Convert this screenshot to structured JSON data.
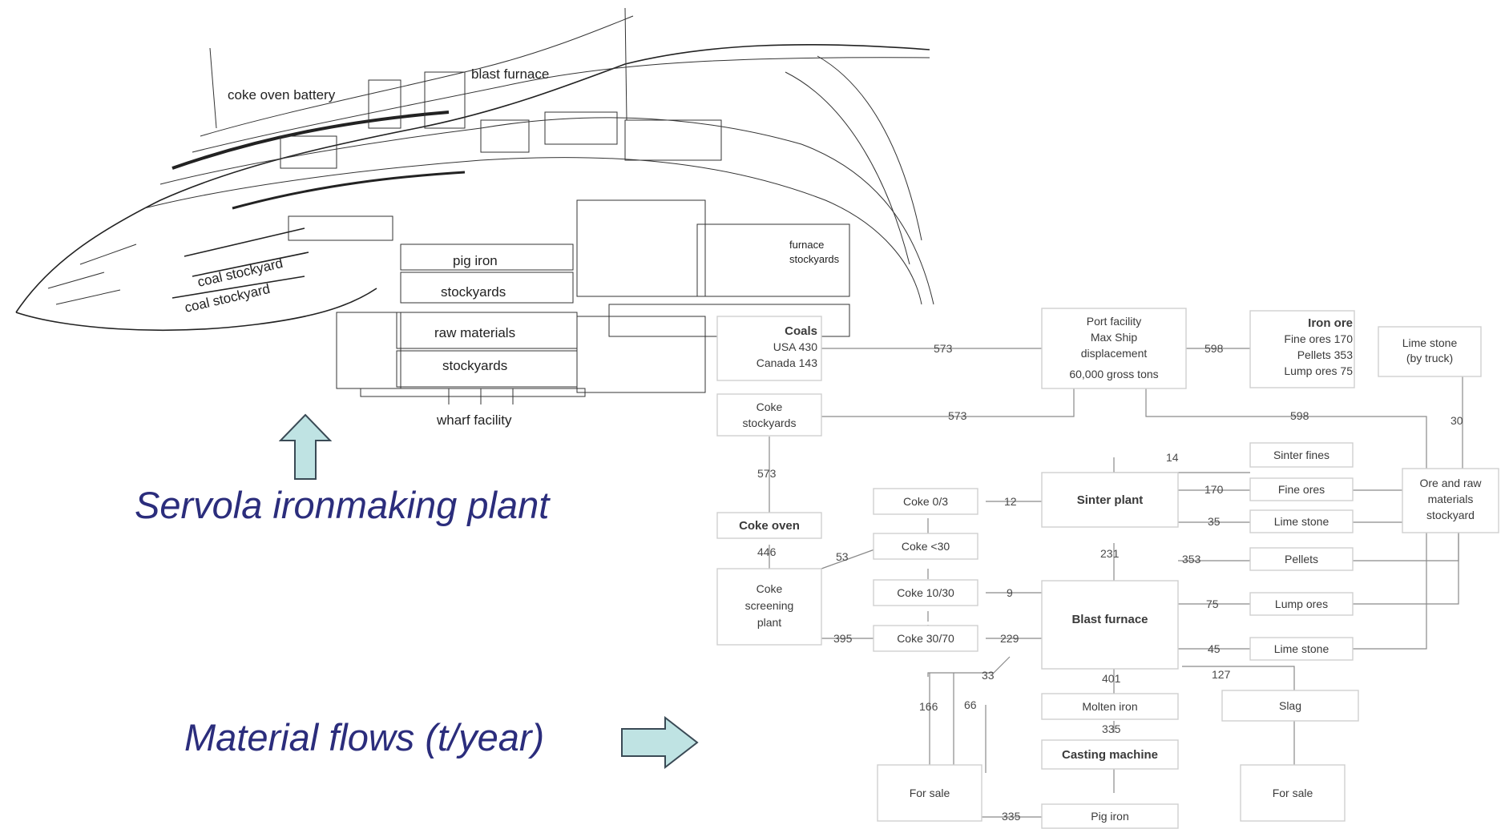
{
  "captions": {
    "plant": "Servola ironmaking plant",
    "flows": "Material flows (t/year)"
  },
  "plant_labels": {
    "coke_oven_battery": "coke oven battery",
    "blast_furnace": "blast furnace",
    "coal_stockyard_1": "coal stockyard",
    "coal_stockyard_2": "coal stockyard",
    "pig_iron": "pig iron",
    "stockyards": "stockyards",
    "raw_materials": "raw materials",
    "raw_stockyards": "stockyards",
    "wharf_facility": "wharf facility",
    "furnace_area": "furnace",
    "furnace_area_2": "stockyards"
  },
  "flow": {
    "boxes": {
      "coals": [
        "Coals",
        "USA 430",
        "Canada 143"
      ],
      "port": [
        "Port facility",
        "Max Ship",
        "displacement",
        "60,000 gross tons"
      ],
      "iron_ore": [
        "Iron ore",
        "Fine ores 170",
        "Pellets 353",
        "Lump ores 75"
      ],
      "limestone_truck": [
        "Lime stone",
        "(by truck)"
      ],
      "coke_stockyards": [
        "Coke",
        "stockyards"
      ],
      "sinter_fines": [
        "Sinter fines"
      ],
      "fine_ores": [
        "Fine ores"
      ],
      "limestone_1": [
        "Lime stone"
      ],
      "ore_stockyard": [
        "Ore and raw",
        "materials",
        "stockyard"
      ],
      "coke_05": [
        "Coke 0/3"
      ],
      "sinter_plant": [
        "Sinter plant"
      ],
      "coke_oven": [
        "Coke oven"
      ],
      "coke_30": [
        "Coke <30"
      ],
      "pellets": [
        "Pellets"
      ],
      "coke_screening": [
        "Coke",
        "screening",
        "plant"
      ],
      "coke_1030": [
        "Coke 10/30"
      ],
      "blast_furnace": [
        "Blast furnace"
      ],
      "lump_ores": [
        "Lump ores"
      ],
      "coke_3070": [
        "Coke 30/70"
      ],
      "limestone_2": [
        "Lime stone"
      ],
      "molten_iron": [
        "Molten iron"
      ],
      "slag": [
        "Slag"
      ],
      "casting_machine": [
        "Casting machine"
      ],
      "for_sale_1": [
        "For sale"
      ],
      "for_sale_2": [
        "For sale"
      ],
      "pig_iron": [
        "Pig iron"
      ]
    },
    "values": {
      "coals_to_port": "573",
      "ore_to_port": "598",
      "port_to_coke": "573",
      "ore_to_stock": "598",
      "limestone_to_stock": "30",
      "coke_stock_to_oven": "573",
      "sinter_fines": "14",
      "fine_ores": "170",
      "limestone_sinter": "35",
      "coke05_to_sinter": "12",
      "coke_oven_out": "446",
      "screening_out": "53",
      "sinter_to_bf": "231",
      "pellets_to_bf": "353",
      "coke1030_to_bf": "9",
      "lump_ores": "75",
      "screening_to_3070": "395",
      "coke3070_to_bf": "229",
      "limestone_bf": "45",
      "coke_out": "33",
      "molten_iron": "401",
      "slag": "127",
      "for_sale_a": "166",
      "for_sale_b": "66",
      "casting": "335",
      "pig_iron": "335"
    }
  }
}
